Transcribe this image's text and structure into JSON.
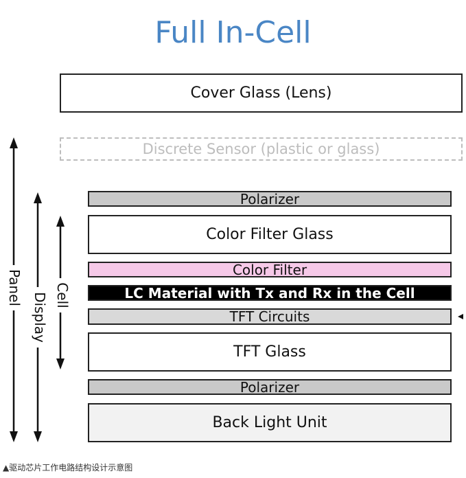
{
  "title": "Full In-Cell",
  "layers": {
    "cover_glass": "Cover Glass (Lens)",
    "discrete_sensor": "Discrete Sensor (plastic or glass)",
    "polarizer_top": "Polarizer",
    "color_filter_glass": "Color Filter Glass",
    "color_filter": "Color Filter",
    "lc_material": "LC Material with Tx and Rx in the Cell",
    "tft_circuits": "TFT Circuits",
    "tft_glass": "TFT Glass",
    "polarizer_bottom": "Polarizer",
    "back_light_unit": "Back Light Unit"
  },
  "brackets": {
    "panel": "Panel",
    "display": "Display",
    "cell": "Cell"
  },
  "caption": "▲驱动芯片工作电路结构设计示意图",
  "colors": {
    "title": "#4a86c5",
    "polarizer": "#c9c9c9",
    "color_filter": "#f6c9e8",
    "lc_material": "#000000",
    "tft_circuits": "#d9d9d9",
    "back_light_unit": "#f2f2f2",
    "discrete_sensor": "#bdbdbd"
  }
}
